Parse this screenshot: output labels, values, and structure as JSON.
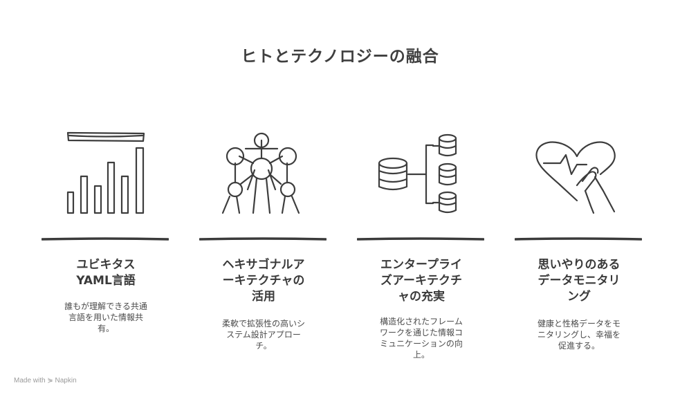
{
  "title": "ヒトとテクノロジーの融合",
  "cards": [
    {
      "icon": "bar-chart-icon",
      "heading_lines": [
        "ユビキタス",
        "YAML言語"
      ],
      "desc_lines": [
        "誰もが理解できる共通",
        "言語を用いた情報共",
        "有。"
      ]
    },
    {
      "icon": "molecule-structure-icon",
      "heading_lines": [
        "ヘキサゴナルア",
        "ーキテクチャの",
        "活用"
      ],
      "desc_lines": [
        "柔軟で拡張性の高いシ",
        "ステム設計アプロー",
        "チ。"
      ]
    },
    {
      "icon": "database-cluster-icon",
      "heading_lines": [
        "エンタープライ",
        "ズアーキテクチ",
        "ャの充実"
      ],
      "desc_lines": [
        "構造化されたフレーム",
        "ワークを通じた情報コ",
        "ミュニケーションの向",
        "上。"
      ]
    },
    {
      "icon": "heart-hand-icon",
      "heading_lines": [
        "思いやりのある",
        "データモニタリ",
        "ング"
      ],
      "desc_lines": [
        "健康と性格データをモ",
        "ニタリングし、幸福を",
        "促進する。"
      ]
    }
  ],
  "footer": "Made with ⋟ Napkin"
}
